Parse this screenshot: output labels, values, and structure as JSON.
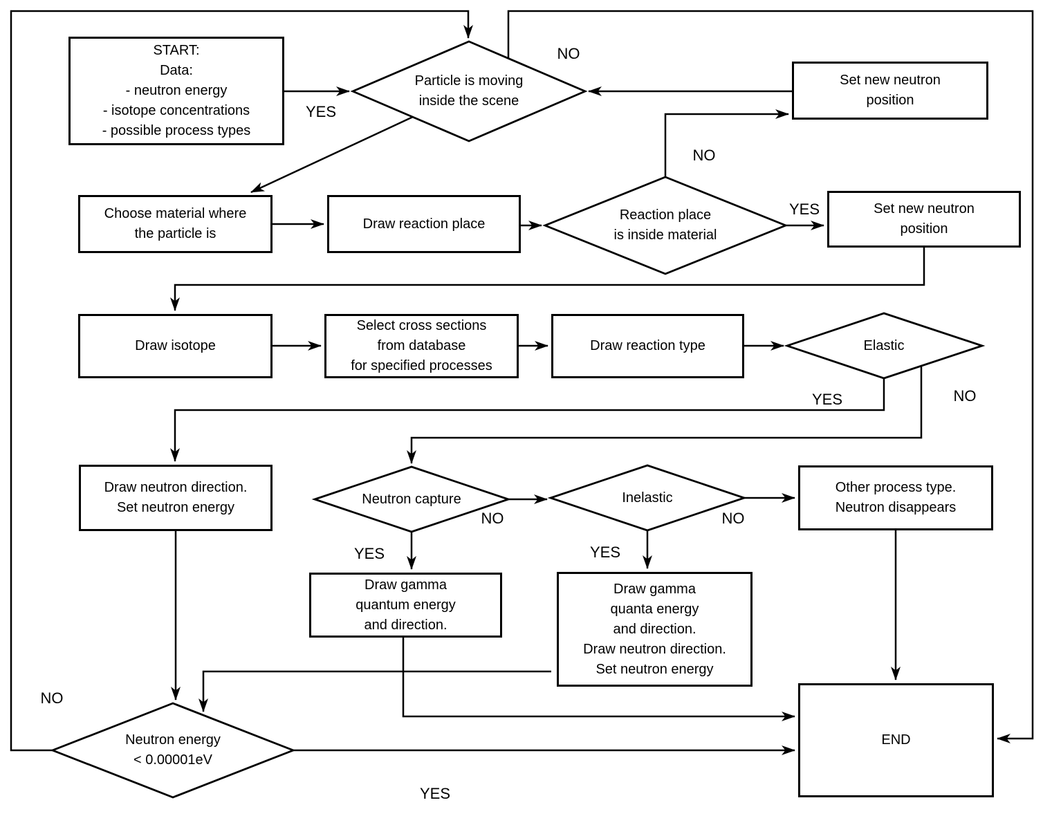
{
  "colors": {
    "ink": "#000000",
    "background": "#ffffff"
  },
  "nodes": {
    "start": "START:\nData:\n- neutron energy\n- isotope concentrations\n- possible process types",
    "particle_moving": "Particle is moving\ninside the scene",
    "set_new_position_top": "Set new neutron\nposition",
    "choose_material": "Choose material where\nthe particle is",
    "draw_reaction_place": "Draw reaction place",
    "reaction_place_inside": "Reaction place\nis inside material",
    "set_new_position_right": "Set new neutron\nposition",
    "draw_isotope": "Draw isotope",
    "select_cross_sections": "Select cross sections\nfrom database\nfor specified processes",
    "draw_reaction_type": "Draw reaction type",
    "elastic": "Elastic",
    "draw_neutron_direction": "Draw neutron direction.\nSet neutron energy",
    "neutron_capture": "Neutron capture",
    "inelastic": "Inelastic",
    "other_process": "Other process type.\nNeutron disappears",
    "draw_gamma_quantum": "Draw gamma\nquantum energy\nand direction.",
    "draw_gamma_quanta": "Draw gamma\nquanta energy\nand direction.\nDraw neutron direction.\nSet neutron energy",
    "neutron_energy_check": "Neutron energy\n< 0.00001eV",
    "end": "END"
  },
  "edge_labels": {
    "particle_moving_yes": "YES",
    "particle_moving_no": "NO",
    "reaction_place_no": "NO",
    "reaction_place_yes": "YES",
    "elastic_yes": "YES",
    "elastic_no": "NO",
    "neutron_capture_yes": "YES",
    "neutron_capture_no": "NO",
    "inelastic_yes": "YES",
    "inelastic_no": "NO",
    "energy_check_yes": "YES",
    "energy_check_no": "NO"
  }
}
